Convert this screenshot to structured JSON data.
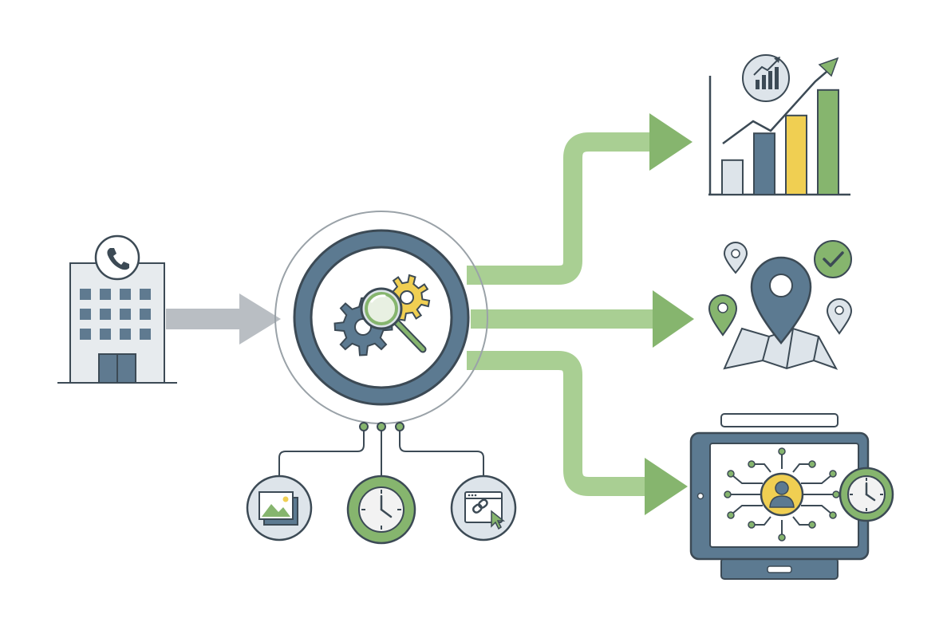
{
  "colors": {
    "background": "#ffffff",
    "outline": "#3c4a55",
    "slate": "#5c7a91",
    "light_slate": "#dde4ea",
    "green": "#86b56e",
    "light_green": "#a9cf93",
    "yellow": "#f0cf52",
    "gray_arrow": "#b9bec3",
    "building_face": "#e7ebee",
    "window": "#5f7a90"
  },
  "nodes": [
    {
      "id": "office-building",
      "icon": "building-with-phone-icon"
    },
    {
      "id": "processing-hub",
      "icon": "gears-magnifier-icon"
    },
    {
      "id": "growth-chart",
      "icon": "bar-chart-trend-icon"
    },
    {
      "id": "location-map",
      "icon": "map-pins-icon"
    },
    {
      "id": "tablet-network",
      "icon": "tablet-user-network-icon"
    },
    {
      "id": "image-source",
      "icon": "image-icon"
    },
    {
      "id": "time-source",
      "icon": "clock-icon"
    },
    {
      "id": "web-link-source",
      "icon": "browser-link-icon"
    }
  ],
  "chart_icon": {
    "bar_heights": [
      0.27,
      0.48,
      0.62,
      0.82
    ]
  }
}
